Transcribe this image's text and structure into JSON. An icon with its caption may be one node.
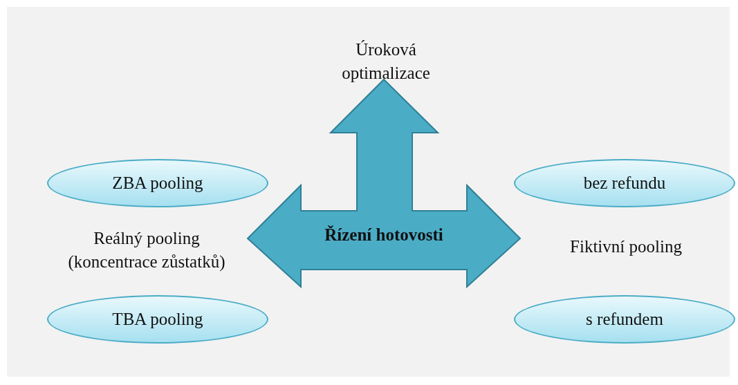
{
  "diagram": {
    "nodes": [
      {
        "text": [
          "Řízení hotovosti"
        ]
      },
      {
        "text": [
          "ZBA pooling"
        ]
      },
      {
        "text": [
          "TBA pooling"
        ]
      },
      {
        "text": [
          "bez refundu"
        ]
      },
      {
        "text": [
          "s refundem"
        ]
      }
    ],
    "edges": [],
    "labels": [
      "Úroková optimalizace",
      "Reálný pooling (koncentrace zůstatků)",
      "Fiktivní pooling"
    ]
  }
}
